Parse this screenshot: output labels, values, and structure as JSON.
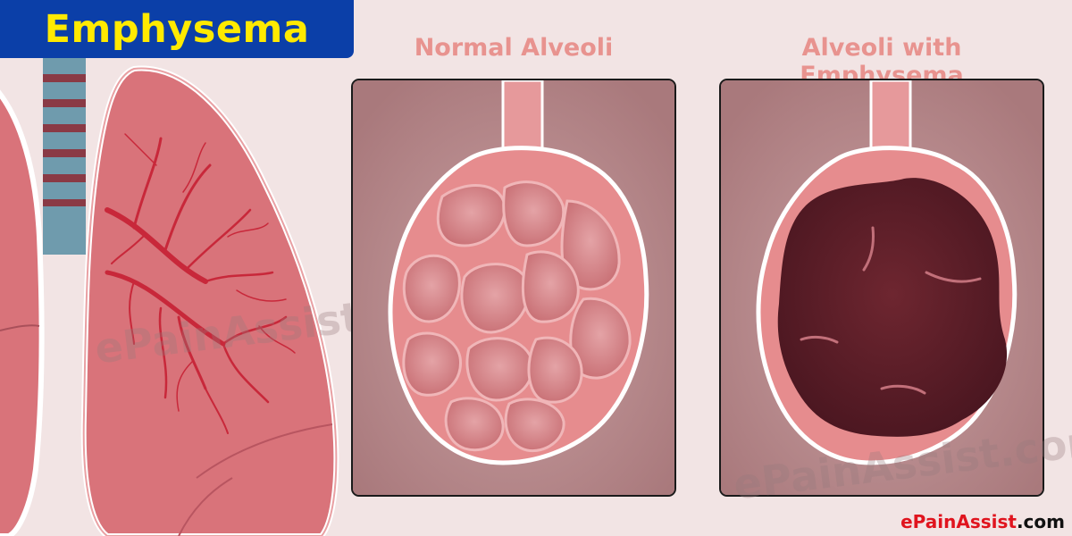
{
  "title": "Emphysema",
  "panels": {
    "normal": {
      "heading": "Normal Alveoli"
    },
    "emphysema": {
      "heading": "Alveoli with Emphysema"
    }
  },
  "watermark": "ePainAssist.com",
  "credit": {
    "brand": "ePainAssist",
    "suffix": ".com"
  },
  "colors": {
    "title_bg": "#0b3fa8",
    "title_text": "#ffea00",
    "heading_text": "#e8938f",
    "background": "#f2e4e4",
    "lung_pink": "#d9737a",
    "vessel_red": "#c8283a",
    "alveoli_pink": "#e68c8e",
    "damaged_alveoli": "#5a1e26",
    "trachea_blue": "#6f9bad",
    "trachea_ring": "#8a3a45"
  }
}
